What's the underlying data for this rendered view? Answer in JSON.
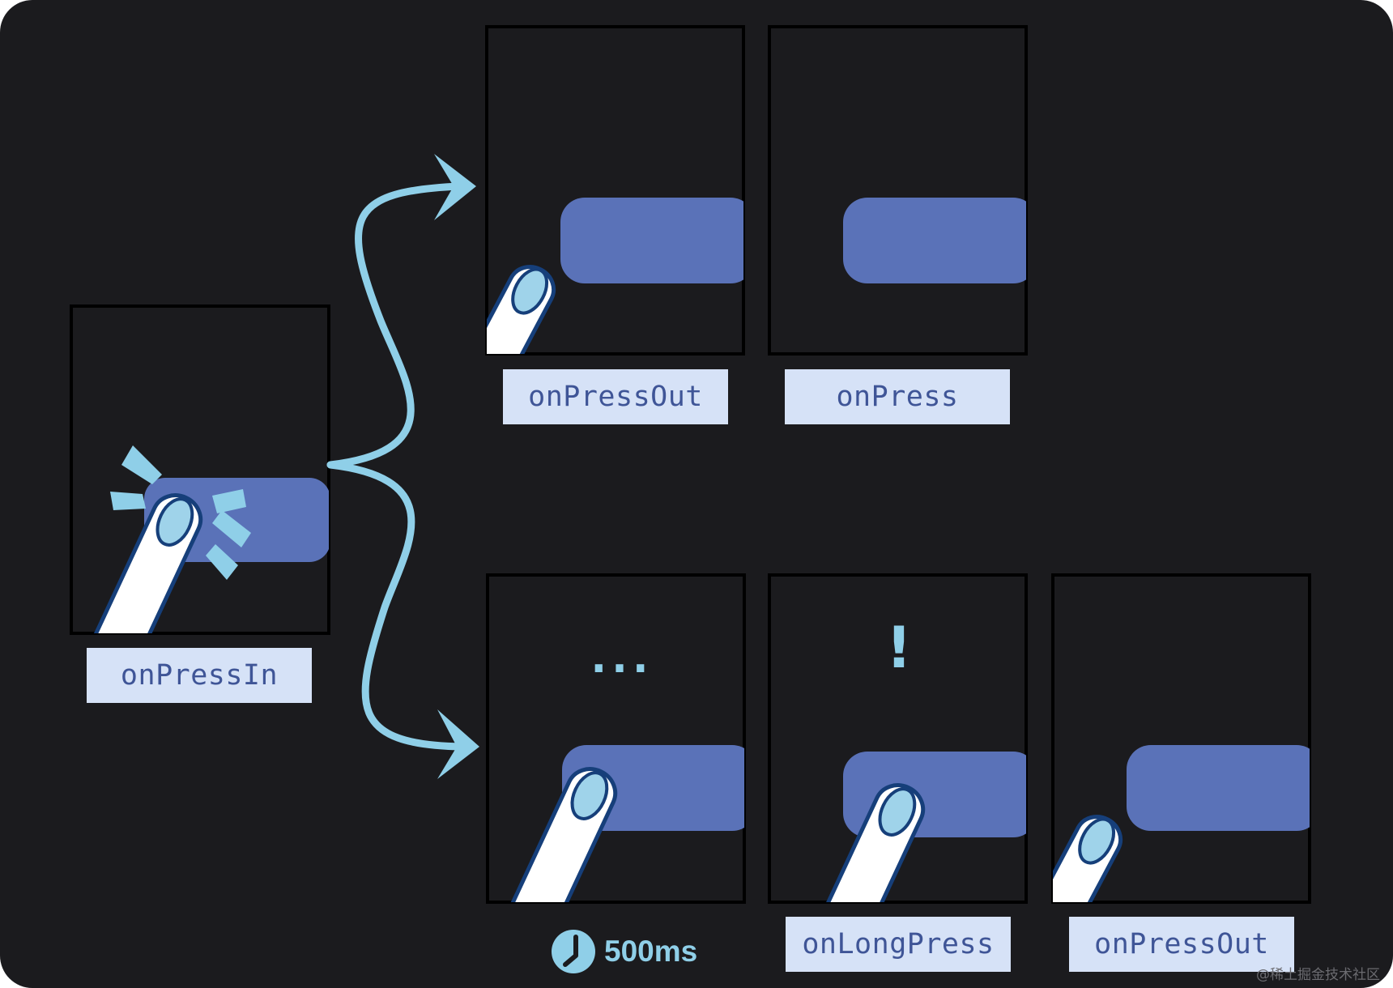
{
  "labels": {
    "press_in": "onPressIn",
    "press_out_top": "onPressOut",
    "press": "onPress",
    "long_press": "onLongPress",
    "press_out_bottom": "onPressOut"
  },
  "wait_marker": "...",
  "alert_marker": "!",
  "timer": {
    "icon": "clock-icon",
    "text": "500ms"
  },
  "watermark": "@稀土掘金技术社区",
  "colors": {
    "background": "#1b1b1e",
    "button": "#5a72b8",
    "label_bg": "#d6e2f7",
    "label_text": "#3f5597",
    "accent": "#8fcfe8",
    "finger_outline": "#163f7a",
    "nail": "#9fd3ea"
  }
}
